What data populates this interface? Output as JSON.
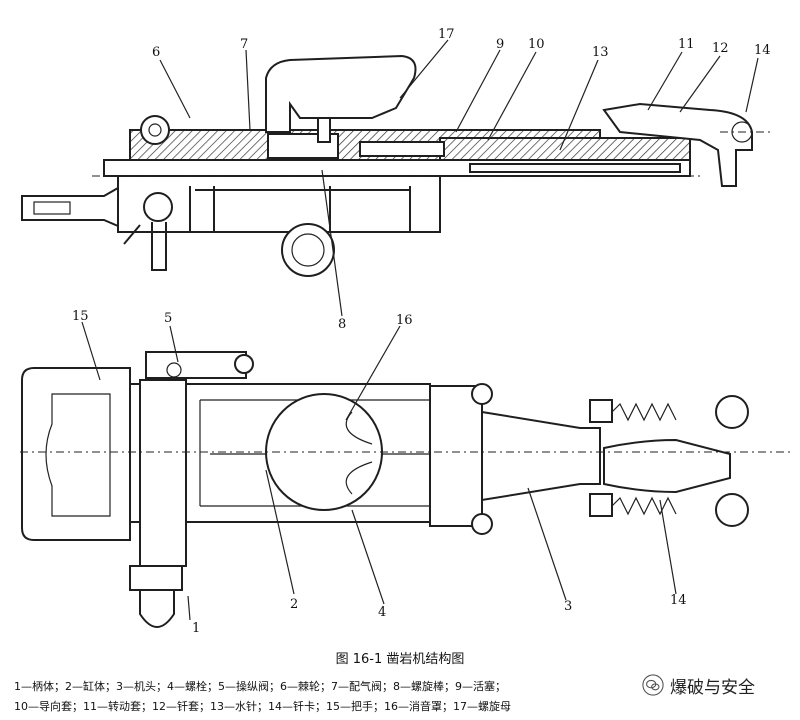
{
  "figure": {
    "caption": "图 16-1  凿岩机结构图",
    "legend_line1": "1—柄体；2—缸体；3—机头；4—螺栓；5—操纵阀；6—棘轮；7—配气阀；8—螺旋棒；9—活塞；",
    "legend_line2": "10—导向套；11—转动套；12—钎套；13—水针；14—钎卡；15—把手；16—消音罩；17—螺旋母"
  },
  "top_view_labels": [
    "6",
    "7",
    "17",
    "9",
    "10",
    "13",
    "11",
    "12",
    "14",
    "8"
  ],
  "bottom_view_labels": [
    "15",
    "5",
    "16",
    "1",
    "2",
    "4",
    "3",
    "14"
  ],
  "watermark": {
    "text": "爆破与安全",
    "icon": "wechat-icon"
  }
}
